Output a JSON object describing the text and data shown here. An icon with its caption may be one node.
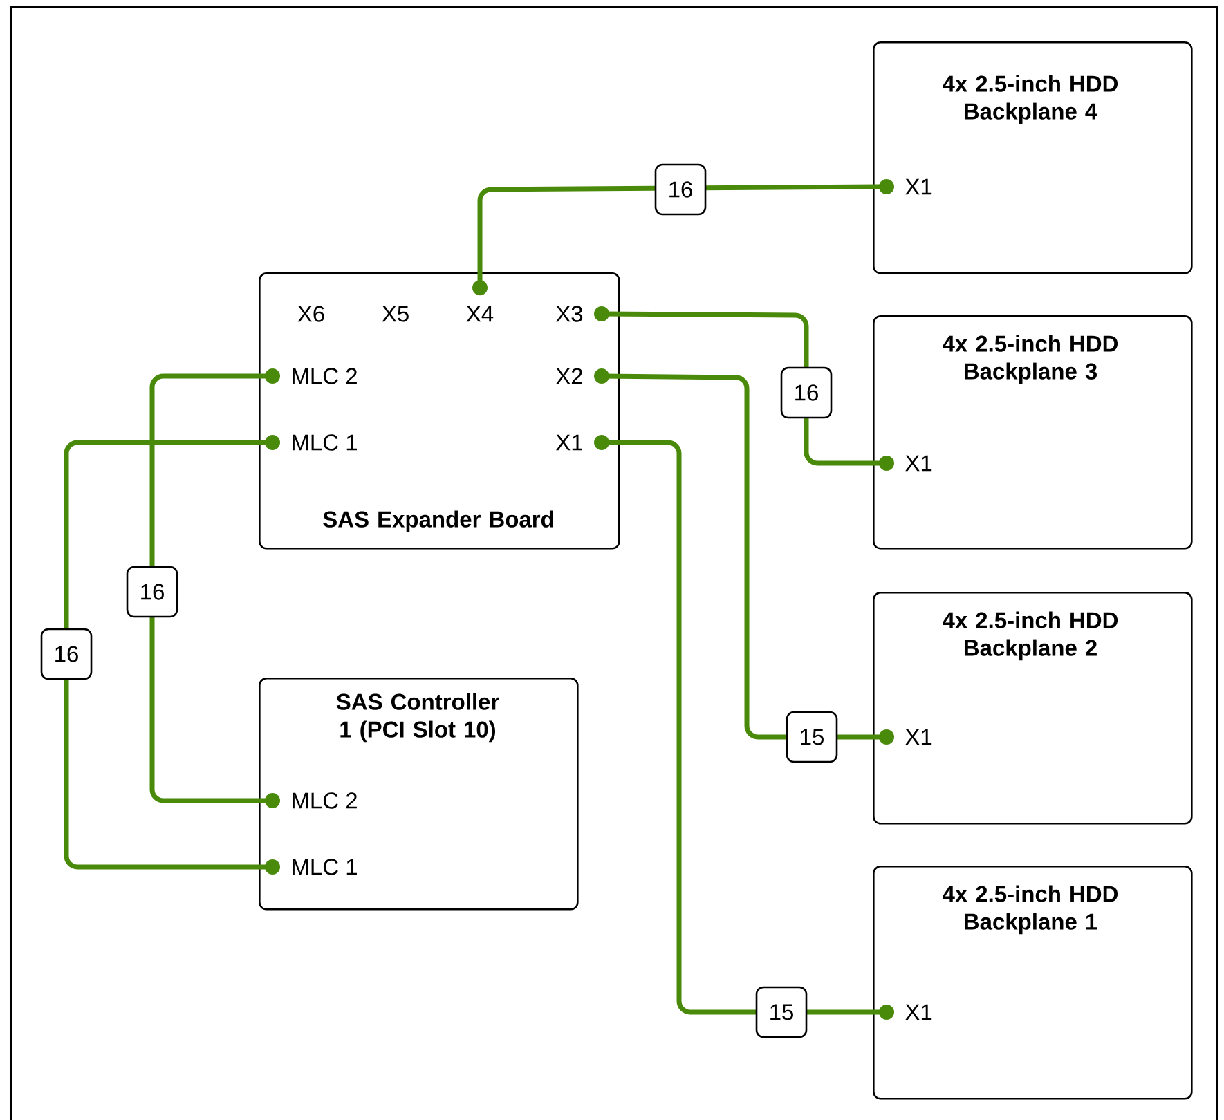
{
  "diagram": {
    "nodes": [
      {
        "text": [
          "4x 2.5-inch HDD Backplane 4"
        ]
      },
      {
        "text": [
          "X1"
        ],
        "in": 0
      },
      {
        "text": [
          "SAS Expander Board"
        ]
      },
      {
        "text": [
          "X6"
        ],
        "in": 2
      },
      {
        "text": [
          "X5"
        ],
        "in": 2
      },
      {
        "text": [
          "X4"
        ],
        "in": 2
      },
      {
        "text": [
          "X3"
        ],
        "in": 2
      },
      {
        "text": [
          "MLC 2"
        ],
        "in": 2
      },
      {
        "text": [
          "X2"
        ],
        "in": 2
      },
      {
        "text": [
          "MLC 1"
        ],
        "in": 2
      },
      {
        "text": [
          "X1"
        ],
        "in": 2
      },
      {
        "text": [
          "4x 2.5-inch HDD Backplane 3"
        ]
      },
      {
        "text": [
          "X1"
        ],
        "in": 11
      },
      {
        "text": [
          "4x 2.5-inch HDD Backplane 2"
        ]
      },
      {
        "text": [
          "X1"
        ],
        "in": 13
      },
      {
        "text": [
          "SAS Controller 1 (PCI Slot 10)"
        ]
      },
      {
        "text": [
          "MLC 2"
        ],
        "in": 15
      },
      {
        "text": [
          "MLC 1"
        ],
        "in": 15
      },
      {
        "text": [
          "4x 2.5-inch HDD Backplane 1"
        ]
      },
      {
        "text": [
          "X1"
        ],
        "in": 18
      }
    ],
    "edges": [
      {
        "from": 5,
        "to": 1,
        "arrow": "other",
        "label": "16"
      },
      {
        "from": 6,
        "to": 12,
        "arrow": "other",
        "label": "16"
      },
      {
        "from": 8,
        "to": 14,
        "arrow": "other",
        "label": "15"
      },
      {
        "from": 10,
        "to": 19,
        "arrow": "other",
        "label": "15"
      },
      {
        "from": 7,
        "to": 16,
        "arrow": "other",
        "label": "16"
      },
      {
        "from": 9,
        "to": 17,
        "arrow": "other",
        "label": "16"
      }
    ]
  }
}
